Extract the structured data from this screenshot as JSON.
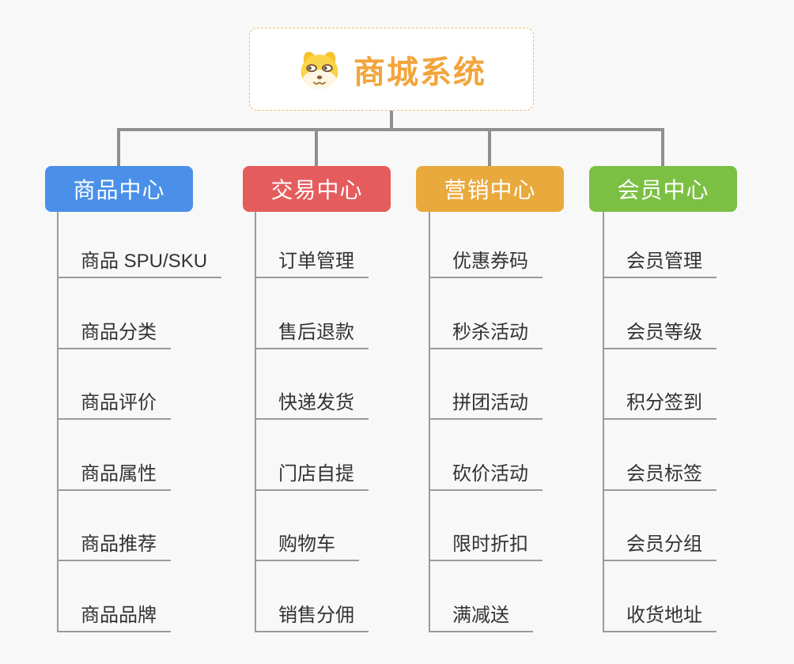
{
  "root": {
    "title": "商城系统",
    "icon": "shiba-dog-icon"
  },
  "branches": [
    {
      "label": "商品中心",
      "color": "#4a90e9",
      "children": [
        "商品 SPU/SKU",
        "商品分类",
        "商品评价",
        "商品属性",
        "商品推荐",
        "商品品牌"
      ]
    },
    {
      "label": "交易中心",
      "color": "#e45c5c",
      "children": [
        "订单管理",
        "售后退款",
        "快递发货",
        "门店自提",
        "购物车",
        "销售分佣"
      ]
    },
    {
      "label": "营销中心",
      "color": "#e9a93d",
      "children": [
        "优惠券码",
        "秒杀活动",
        "拼团活动",
        "砍价活动",
        "限时折扣",
        "满减送"
      ]
    },
    {
      "label": "会员中心",
      "color": "#7bc043",
      "children": [
        "会员管理",
        "会员等级",
        "积分签到",
        "会员标签",
        "会员分组",
        "收货地址"
      ]
    }
  ],
  "colors": {
    "background": "#f8f8f8",
    "connector_line": "#8f8f8f",
    "leaf_underline": "#9a9a9a",
    "root_border": "#f0bb6b",
    "root_text": "#f2a53c",
    "leaf_text": "#333333",
    "branch_text": "#ffffff"
  }
}
